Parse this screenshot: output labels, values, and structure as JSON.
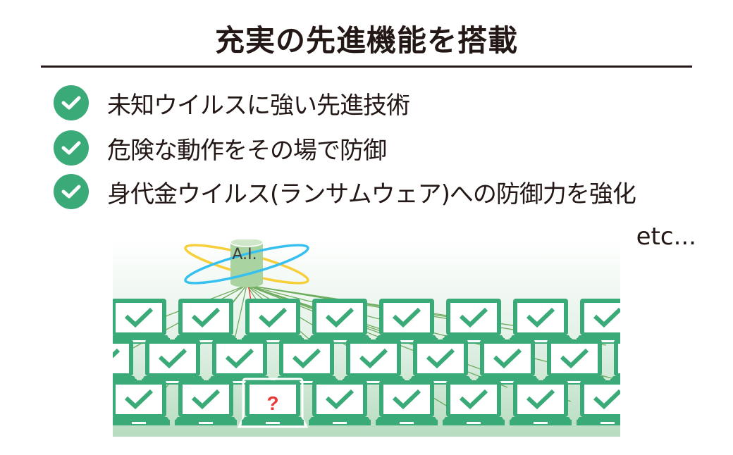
{
  "title": "充実の先進機能を搭載",
  "features": [
    {
      "label": "未知ウイルスに強い先進技術",
      "icon": "check-circle-icon"
    },
    {
      "label": "危険な動作をその場で防御",
      "icon": "check-circle-icon"
    },
    {
      "label": "身代金ウイルス(ランサムウェア)への防御力を強化",
      "icon": "check-circle-icon"
    }
  ],
  "etc": "etc...",
  "illustration": {
    "ai_label": "A.I.",
    "unknown_mark": "?",
    "colors": {
      "accent": "#3aaa78",
      "warning": "#e83a3a",
      "orbit_yellow": "#f6cf3a",
      "orbit_blue": "#35c0ef",
      "ai_cylinder": "#a9d3a0"
    }
  }
}
